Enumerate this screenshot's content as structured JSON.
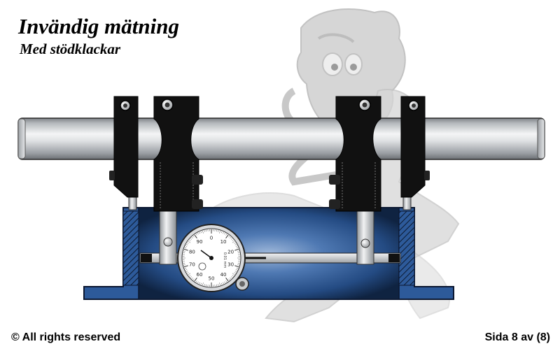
{
  "title": "Invändig mätning",
  "subtitle": "Med stödklackar",
  "footer": {
    "copyright": "© All rights reserved",
    "page": "Sida 8 av (8)"
  },
  "gauge": {
    "dial_numbers": [
      "0",
      "10",
      "20",
      "30",
      "40",
      "50",
      "60",
      "70",
      "80",
      "90"
    ],
    "unit": "0.01 mm"
  },
  "colors": {
    "workpiece": "#2d5a9a",
    "workpiece_dark": "#12233f",
    "bar_light": "#e8eaec",
    "bar_dark": "#8e9297",
    "clamp": "#111111",
    "mascot": "#d4d4d4"
  }
}
